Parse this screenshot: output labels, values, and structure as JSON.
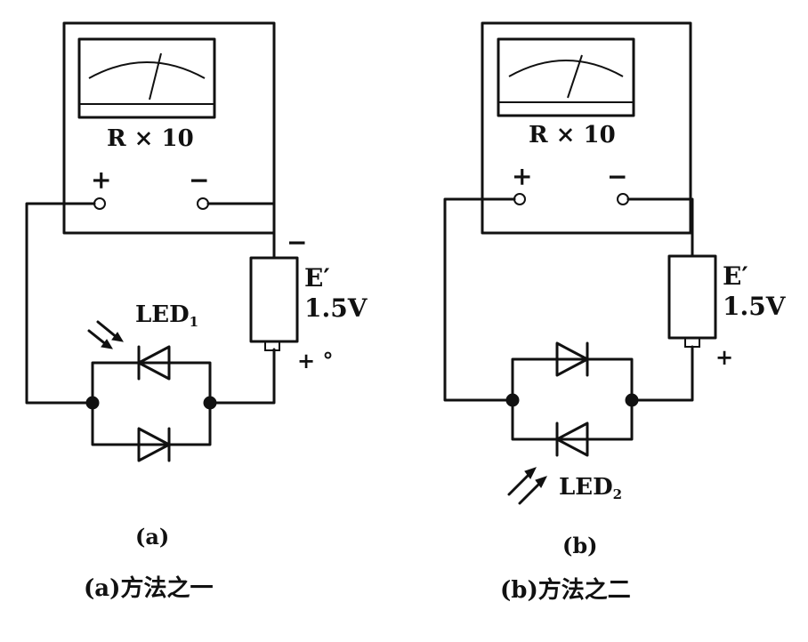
{
  "circuit_a": {
    "range_label": "R × 10",
    "plus_label": "+",
    "minus_label": "−",
    "battery_minus": "−",
    "battery_name": "E′",
    "battery_voltage": "1.5V",
    "battery_plus": "+ °",
    "led_label_main": "LED",
    "led_label_sub": "1",
    "sublabel": "(a)",
    "caption": "(a)方法之一"
  },
  "circuit_b": {
    "range_label": "R × 10",
    "plus_label": "+",
    "minus_label": "−",
    "battery_name": "E′",
    "battery_voltage": "1.5V",
    "battery_plus": "+",
    "led_label_main": "LED",
    "led_label_sub": "2",
    "sublabel": "(b)",
    "caption": "(b)方法之二"
  }
}
